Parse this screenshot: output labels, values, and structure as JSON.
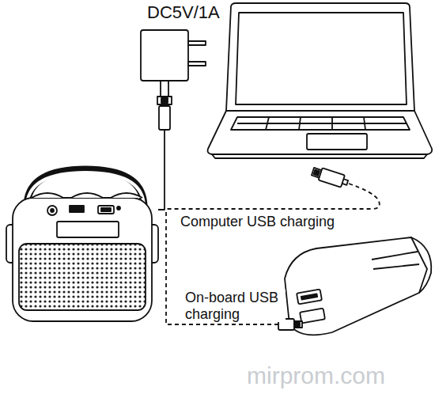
{
  "diagram": {
    "labels": [
      "DC5V/1A",
      "Computer USB charging",
      "On-board USB charging",
      "mirprom.com"
    ]
  }
}
